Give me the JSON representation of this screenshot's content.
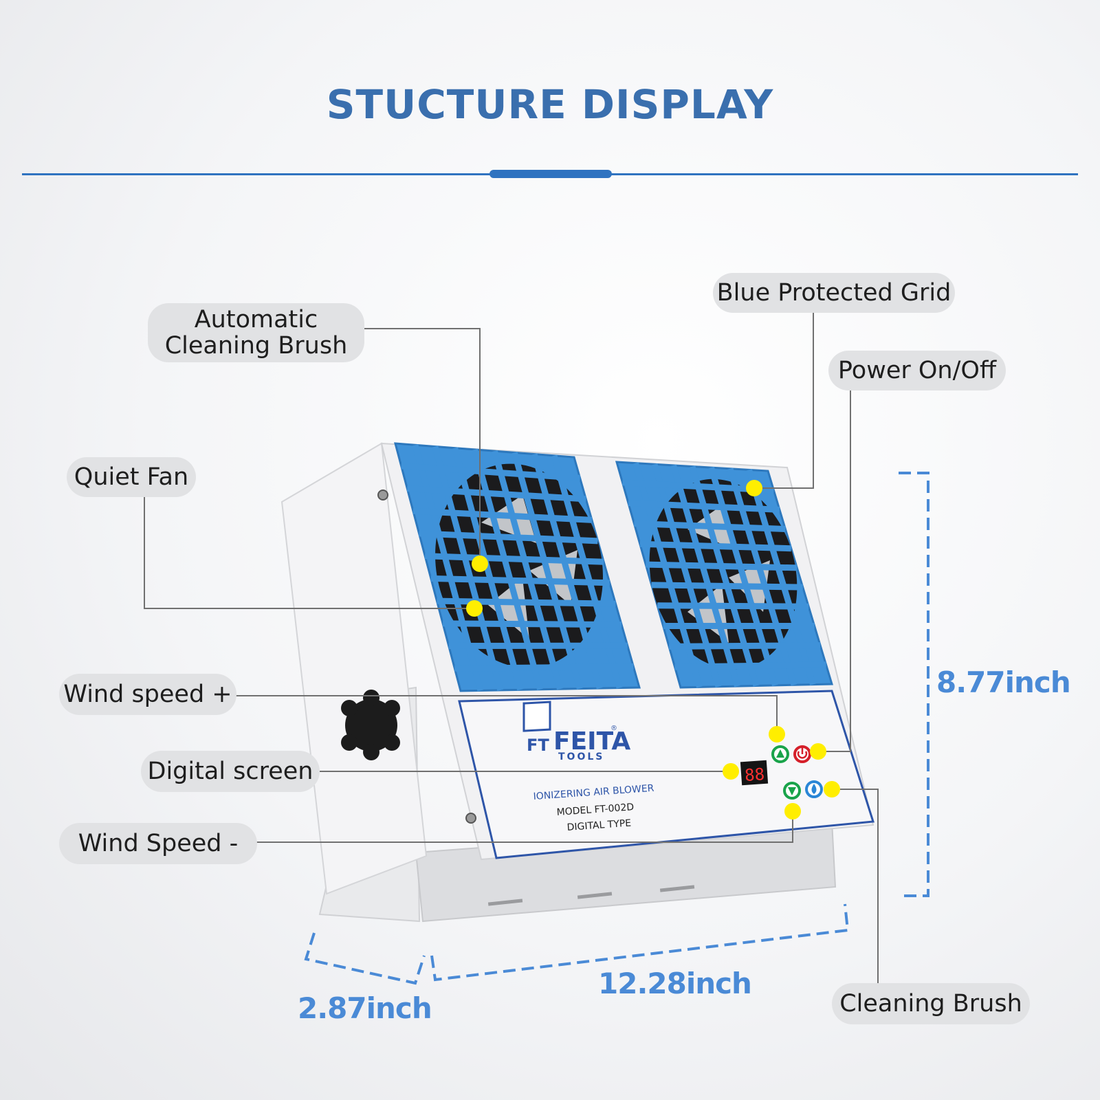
{
  "header": {
    "title": "STUCTURE DISPLAY"
  },
  "colors": {
    "title_blue": "#3a6fae",
    "rule_blue": "#2f73c0",
    "grid_blue": "#3f92d9",
    "dim_blue": "#4a8ad6",
    "marker_yellow": "#ffee00",
    "leader_gray": "#707070",
    "pill_gray": "#e1e2e4",
    "body_white": "#f1f1f3",
    "panel_border": "#2e55a8"
  },
  "callouts": {
    "automatic_cleaning_brush": "Automatic\nCleaning Brush",
    "blue_protected_grid": "Blue Protected Grid",
    "power_on_off": "Power On/Off",
    "quiet_fan": "Quiet Fan",
    "wind_speed_plus": "Wind speed +",
    "digital_screen": "Digital screen",
    "wind_speed_minus": "Wind Speed -",
    "cleaning_brush": "Cleaning Brush"
  },
  "dimensions": {
    "height": "8.77inch",
    "width": "12.28inch",
    "depth": "2.87inch"
  },
  "product_panel": {
    "brand_mark": "FT",
    "brand": "FEITA",
    "brand_sub": "TOOLS",
    "registered": "®",
    "line1": "IONIZERING AIR BLOWER",
    "line2": "MODEL FT-002D",
    "line3": "DIGITAL TYPE",
    "display_digits": "88"
  },
  "icons": [
    "up-arrow-icon",
    "power-icon",
    "down-arrow-icon",
    "water-drop-icon",
    "knob-icon"
  ]
}
